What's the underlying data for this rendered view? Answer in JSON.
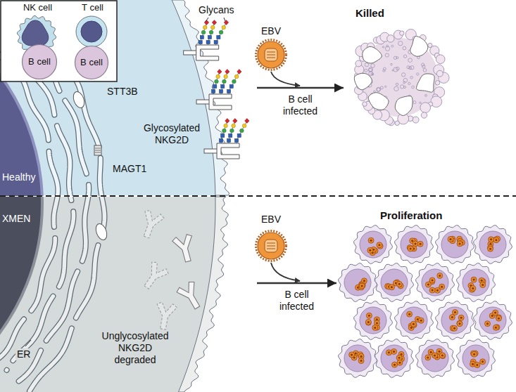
{
  "diagram": {
    "nodes": [
      {
        "text": [
          "NK cell"
        ]
      },
      {
        "text": [
          "B cell"
        ]
      },
      {
        "text": [
          "T cell"
        ]
      },
      {
        "text": [
          "B cell"
        ]
      },
      {
        "text": [
          "Healthy"
        ]
      },
      {
        "text": [
          "Killed"
        ]
      },
      {
        "text": [
          "XMEN"
        ]
      },
      {
        "text": [
          "Proliferation"
        ]
      }
    ],
    "edges": [
      {
        "from": 4,
        "to": 5,
        "arrow": "to",
        "label": "B cell infected"
      },
      {
        "from": 6,
        "to": 7,
        "arrow": "to",
        "label": "B cell infected"
      }
    ],
    "labels": [
      "Glycans",
      "STT3B",
      "MAGT1",
      "Glycosylated NKG2D",
      "EBV",
      "EBV",
      "ER",
      "Unglycosylated NKG2D degraded"
    ]
  }
}
